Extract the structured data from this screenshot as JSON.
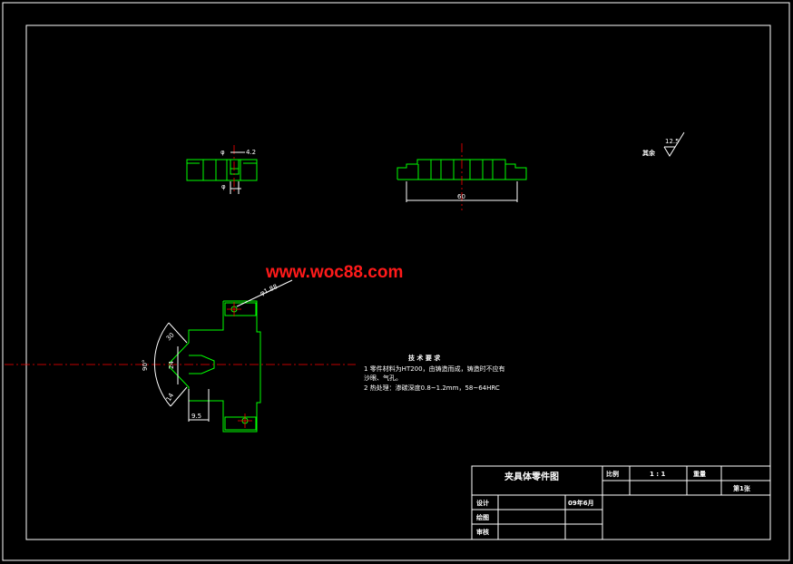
{
  "watermark": "www.woc88.com",
  "dims": {
    "top_left_width": "4.2",
    "top_left_phi_top": "φ",
    "top_left_phi_bottom": "φ",
    "top_right_length": "60",
    "hole_dia": "φ1.88",
    "angle_left": "90°",
    "height_24": "24",
    "depth_9": "9.5",
    "chamfer_top": "30",
    "chamfer_bottom": "14"
  },
  "roughness": {
    "label": "其余",
    "value": "12.5"
  },
  "tech_requirements": {
    "title": "技 术 要 求",
    "line1": "1 零件材料为HT200，由铸造而成，铸造时不应有",
    "line2": "沙眼、气孔。",
    "line3": "2 热处理：渗碳深度0.8~1.2mm，58~64HRC"
  },
  "title_block": {
    "part_name": "夹具体零件图",
    "scale_label": "比例",
    "scale_value": "1 : 1",
    "weight_label": "重量",
    "sheet": "第1张",
    "designer_label": "设计",
    "date": "09年6月",
    "drawer_label": "绘图",
    "reviewer_label": "审核"
  },
  "colors": {
    "background": "#000000",
    "geometry": "#00ff00",
    "centerline": "#ff0000",
    "frame": "#ffffff"
  }
}
